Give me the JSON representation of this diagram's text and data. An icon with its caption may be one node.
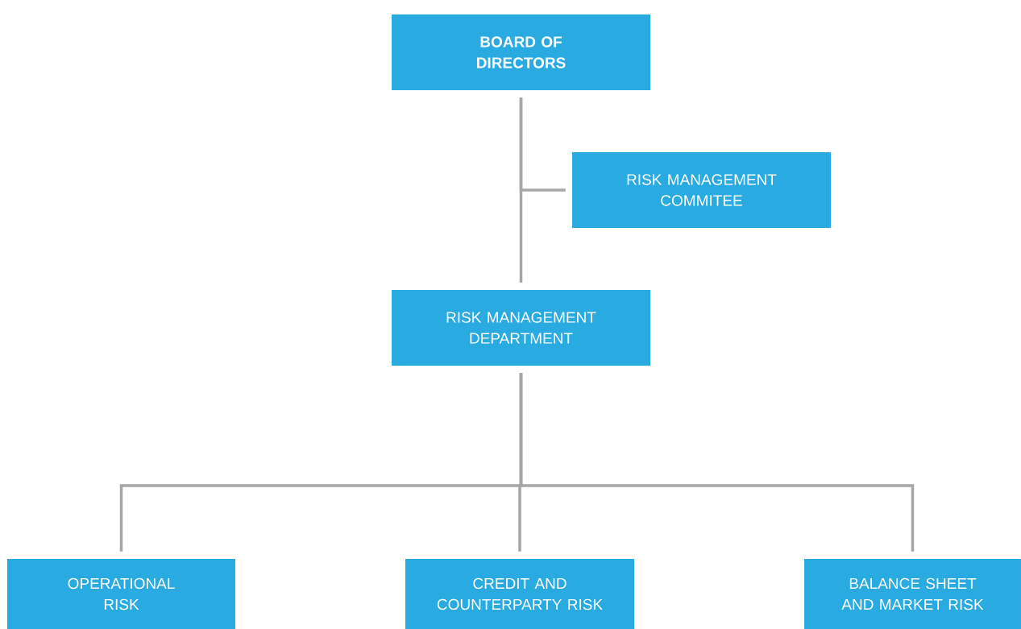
{
  "diagram": {
    "nodes": [
      {
        "text": [
          "BOARD OF DIRECTORS"
        ]
      },
      {
        "text": [
          "RISK MANAGEMENT COMMITEE"
        ]
      },
      {
        "text": [
          "RISK MANAGEMENT DEPARTMENT"
        ]
      },
      {
        "text": [
          "OPERATIONAL RISK"
        ]
      },
      {
        "text": [
          "CREDIT AND COUNTERPARTY RISK"
        ]
      },
      {
        "text": [
          "BALANCE SHEET AND MARKET RISK"
        ]
      }
    ],
    "edges": [
      {
        "from": 0,
        "to": 1,
        "arrow": "none"
      },
      {
        "from": 0,
        "to": 2,
        "arrow": "none"
      },
      {
        "from": 2,
        "to": 3,
        "arrow": "none"
      },
      {
        "from": 2,
        "to": 4,
        "arrow": "none"
      },
      {
        "from": 2,
        "to": 5,
        "arrow": "none"
      }
    ]
  }
}
